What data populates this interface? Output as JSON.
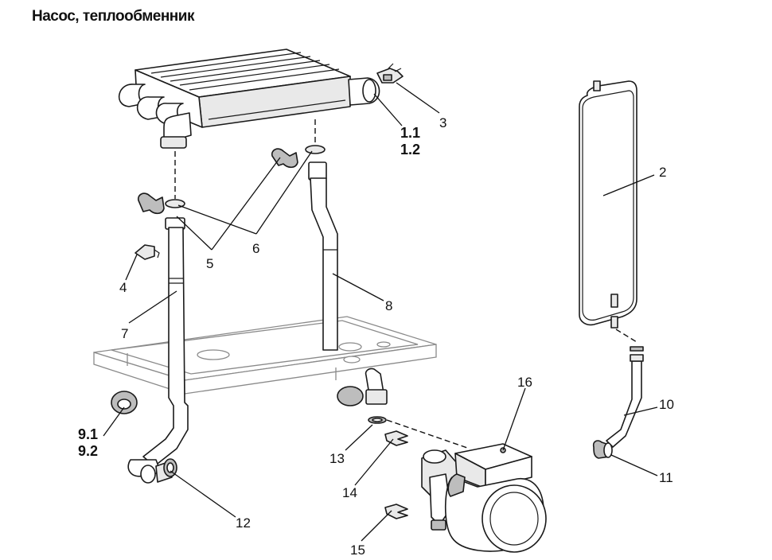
{
  "title": "Насос, теплообменник",
  "labels": {
    "l1_1": "1.1",
    "l1_2": "1.2",
    "l2": "2",
    "l3": "3",
    "l4": "4",
    "l5": "5",
    "l6": "6",
    "l7": "7",
    "l8": "8",
    "l9_1": "9.1",
    "l9_2": "9.2",
    "l10": "10",
    "l11": "11",
    "l12": "12",
    "l13": "13",
    "l14": "14",
    "l15": "15",
    "l16": "16"
  },
  "colors": {
    "line": "#1a1a1a",
    "frame": "#8a8a8a",
    "shade": "#e9e9e9"
  }
}
